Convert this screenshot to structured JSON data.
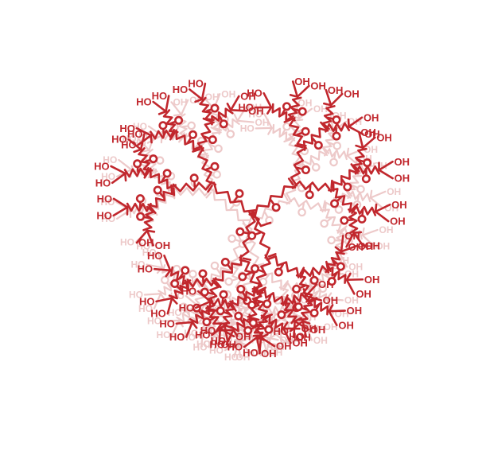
{
  "figure": {
    "subject": "hyperbranched polyester dendrimer skeletal structure",
    "colors": {
      "front": "#c1272d",
      "back": "#edc9c9",
      "background": "#ffffff"
    },
    "labels": {
      "hydroxyl": "OH",
      "hydroxyl_left": "HO",
      "oxygen": "O"
    },
    "structure": {
      "core": "quaternary carbon with four ester-linked arms",
      "arm_count": 4,
      "repeat_unit": "2,2-bis(hydroxymethyl)propionic ester (bis-MPA)",
      "shading": "front layer dark red, rear layer faded pink"
    }
  }
}
